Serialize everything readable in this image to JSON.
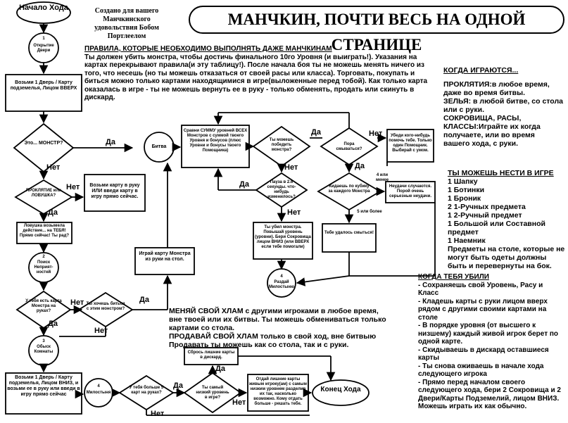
{
  "header": {
    "title": "МАНЧКИН, ПОЧТИ ВЕСЬ НА ОДНОЙ СТРАНИЦЕ",
    "credits": "Создано для вашего Манчкинского удовольствия Бобом Портлеелом"
  },
  "flow": {
    "start": "Начало Хода",
    "n1": "1",
    "open_door": "Открытие Двери",
    "take_door": "Возьми 1 Дверь / Карту подземелья, Лицом ВВЕРХ",
    "q_monster": "Это... МОНСТР?",
    "q_curse": "ПРОКЛЯТИЕ или ЛОВУШКА?",
    "keep_or_play": "Возьми карту в руку ИЛИ введи карту в игру прямо сейчас.",
    "trap_fires": "Ловушка возымела действие... на ТЕБЯ! Прямо сейчас! Ты рад?",
    "n2": "2",
    "search": "Поиск Неприят-ностей",
    "q_have_monster": "У тебя есть карта Монстра на руках?",
    "q_want_fight": "Ты хочешь биться с этим монстром?",
    "play_monster": "Играй карту Монстра из руки на стол.",
    "battle": "Битва",
    "compare": "Сравни СУММУ уровней ВСЕХ Монстров с суммой твоего Уровня и бонусов (плюс Уровни и бонусы твоего Помощника)",
    "q_can_beat": "Ты можешь победить монстра?",
    "pause": "Пауза в 2.6 секунды. что-нибудь изменилось?",
    "win": "Ты убил монстра. Повышай уровень (уровни). Бери Сокровища лицом ВНИЗ (или ВВЕРХ если тебе помогали)",
    "n_loot": "4",
    "loot_party": "Раздай Милостыню",
    "q_run": "Пора смываться?",
    "persuade": "Убеди кого-нибудь помочь тебе. Только один Помощник. Выбирай с умом.",
    "roll": "Кидаешь по кубику за каждого Монстра",
    "four_or_less": "4 или менее",
    "bad_stuff": "Неудачи случаются. Порой очень серьезные неудачи.",
    "five_or_more": "5 или более",
    "escaped": "Тебе удалось смыться!",
    "n3": "3",
    "loot_room": "Обыск Комнаты",
    "take_door_down": "Возьми 1 Дверь / Карту подземелья, Лицом ВНИЗ, и возьми ее в руку или введи в игру прямо сейчас",
    "n4": "4",
    "charity": "Милостыня",
    "q_over5": "У тебя больше 5 карт на руках?",
    "q_lowest": "Ты самый низкий уровень в игре?",
    "discard_extra": "Сбрось лишние карты в дискард.",
    "give_extra": "Отдай лишние карты живым игроку(ам) с самым низким уровнем разделив их так, насколько возможно. Кому отдать больше - решать тебе.",
    "end": "Конец Хода",
    "yes": "Да",
    "no": "Нет"
  },
  "rules": {
    "title": "ПРАВИЛА, КОТОРЫЕ НЕОБХОДИМО ВЫПОЛНЯТЬ ДАЖЕ МАНЧКИНАМ",
    "body": "Ты должен убить монстра, чтобы достичь финального 10го Уровня (и выиграть!). Указания на картах перекрывают правила(и эту таблицу!). После начала боя ты не можешь менять ничего из того, что несешь (но ты можешь отказаться от своей расы или класса). Торговать, покупать и биться можно только картами находящимися в игре(выложенные перед тобой). Как только карта оказалась в игре - ты не можешь вернуть ее в руку - только обменять, продать или скинуть в дискард."
  },
  "when_play": {
    "title": "КОГДА ИГРАЮТСЯ...",
    "curse": "ПРОКЛЯТИЯ:в любое время, даже во время битвы.",
    "potion": "ЗЕЛЬЯ: в любой битве, со стола или с руки.",
    "treasure": "СОКРОВИЩА, РАСЫ, КЛАССЫ:Играйте их когда получаете, или во время вашего хода, с руки."
  },
  "carry": {
    "title": "ТЫ МОЖЕШЬ НЕСТИ В ИГРЕ",
    "items": [
      "1 Шапку",
      "1 Ботинки",
      "1 Броник",
      "2 1-Ручных предмета",
      "1 2-Ручный предмет",
      "1 Большой или Составной предмет",
      "1 Наемник"
    ],
    "note": "Предметы на столе, которые не могут быть одеты должны быть и перевернуты на бок."
  },
  "trade": {
    "line1": "МЕНЯЙ СВОЙ ХЛАМ с другими игроками в любое время, вне твоей или их битвы. Ты можешь обмениваться только картами со стола.",
    "line2": "ПРОДАВАЙ СВОЙ ХЛАМ только в свой ход, вне битвыю Продавать ты можешь как со стола, так и с руки."
  },
  "death": {
    "title": "КОГДА ТЕБЯ УБИЛИ",
    "items": [
      "- Сохраняешь свой Уровень, Расу и Класс",
      "- Кладешь карты с руки лицом вверх рядом с другими своими картами на столе",
      "- В порядке уровня (от высшего к низшему) каждый живой игрок берет по одной карте.",
      "- Скидываешь в дискард оставшиеся карты",
      "- Ты снова оживаешь в начале хода следующего игрока",
      "- Прямо перед началом своего следующего хода, бери 2 Сокровища и 2 Двери/Карты Подземелий, лицом ВНИЗ. Можешь играть их как обычно."
    ]
  }
}
